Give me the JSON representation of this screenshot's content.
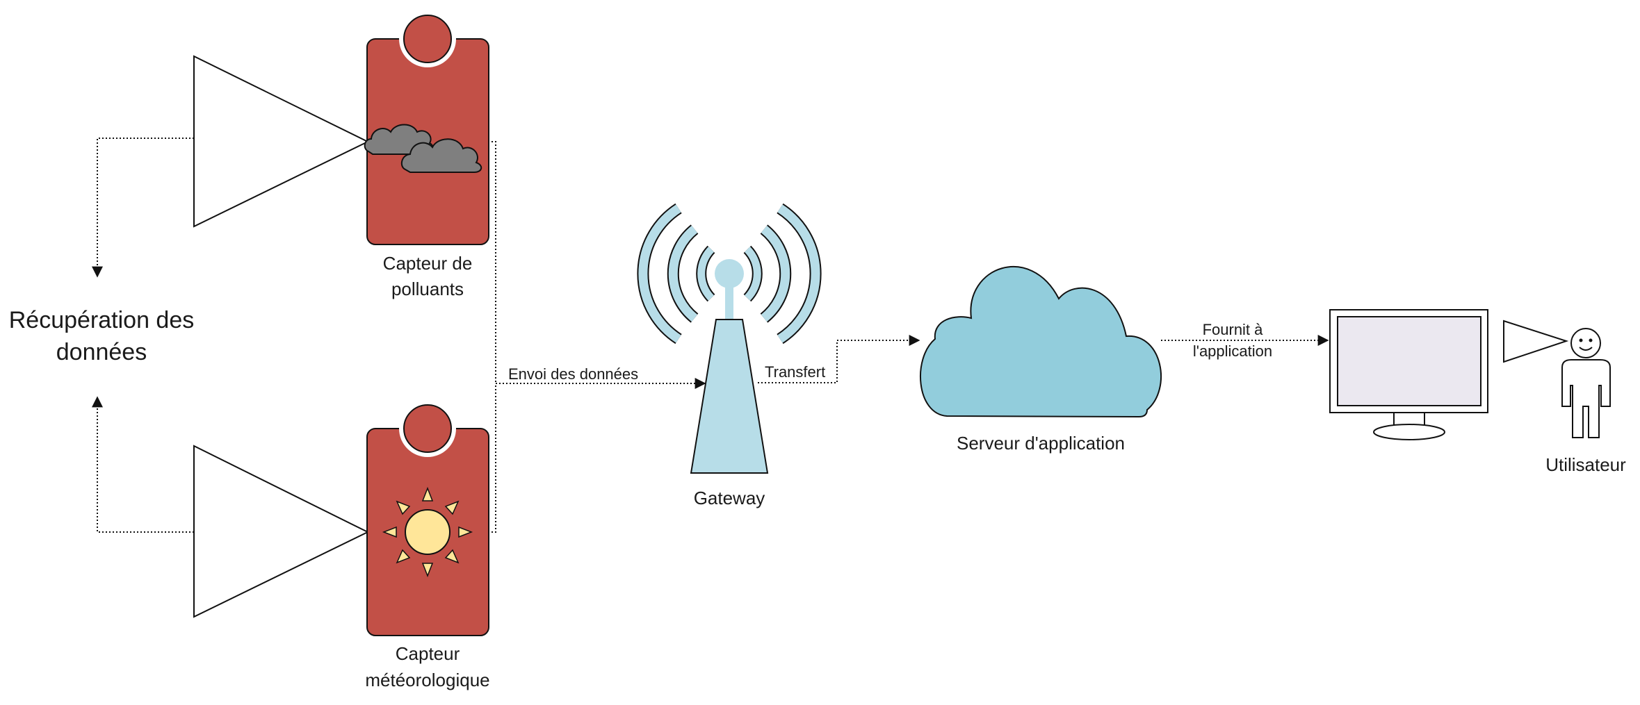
{
  "labels": {
    "recuperation_line1": "Récupération des",
    "recuperation_line2": "données",
    "pollutant_line1": "Capteur de",
    "pollutant_line2": "polluants",
    "weather_line1": "Capteur",
    "weather_line2": "météorologique",
    "envoi": "Envoi des données",
    "gateway": "Gateway",
    "transfert": "Transfert",
    "server": "Serveur d'application",
    "fournit_line1": "Fournit à",
    "fournit_line2": "l'application",
    "user": "Utilisateur"
  },
  "icons": {
    "pollutant_sensor": "cloud-icon",
    "weather_sensor": "sun-icon",
    "gateway": "antenna-tower-icon",
    "server": "cloud-icon",
    "terminal": "monitor-icon",
    "user": "person-icon"
  },
  "colors": {
    "sensor_body": "#c25047",
    "storm_cloud": "#7f7f7f",
    "sun": "#ffe699",
    "gateway": "#b7dde8",
    "server_cloud": "#92cddc",
    "screen": "#ebe8f0",
    "monitor": "#ffffff"
  }
}
